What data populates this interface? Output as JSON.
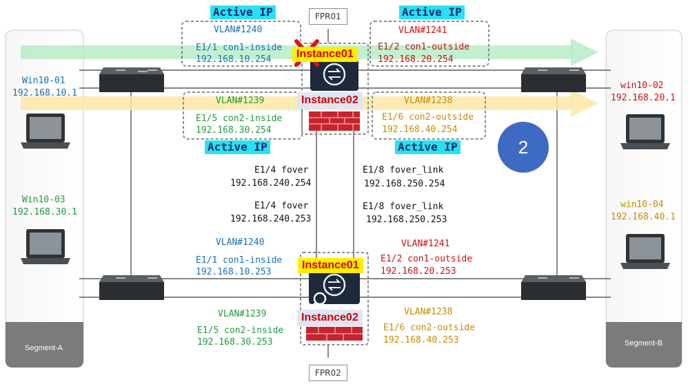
{
  "active_ip_label": "Active IP",
  "fpr01": "FPR01",
  "fpr02": "FPR02",
  "instance01": "Instance01",
  "instance02": "Instance02",
  "badge": "2",
  "colors": {
    "active_bg": "#27e1f3",
    "green_arrow": "#b6ecc8",
    "yellow_arrow": "#fde7a8",
    "badge": "#3e6bc2"
  },
  "segment_a": {
    "label": "Segment-A",
    "hosts": [
      {
        "name": "Win10-01",
        "ip": "192.168.10.1"
      },
      {
        "name": "Win10-03",
        "ip": "192.168.30.1"
      }
    ]
  },
  "segment_b": {
    "label": "Segment-B",
    "hosts": [
      {
        "name": "win10-02",
        "ip": "192.168.20.1"
      },
      {
        "name": "win10-04",
        "ip": "192.168.40.1"
      }
    ]
  },
  "fpr01_if": {
    "inside1": {
      "vlan": "VLAN#1240",
      "if": "E1/1 con1-inside",
      "ip": "192.168.10.254"
    },
    "outside1": {
      "vlan": "VLAN#1241",
      "if": "E1/2 con1-outside",
      "ip": "192.168.20.254"
    },
    "inside2": {
      "vlan": "VLAN#1239",
      "if": "E1/5 con2-inside",
      "ip": "192.168.30.254"
    },
    "outside2": {
      "vlan": "VLAN#1238",
      "if": "E1/6 con2-outside",
      "ip": "192.168.40.254"
    },
    "fover": {
      "if": "E1/4 fover",
      "ip": "192.168.240.254"
    },
    "fover_link": {
      "if": "E1/8 fover_link",
      "ip": "192.168.250.254"
    }
  },
  "fpr02_if": {
    "fover": {
      "if": "E1/4 fover",
      "ip": "192.168.240.253"
    },
    "fover_link": {
      "if": "E1/8 fover_link",
      "ip": "192.168.250.253"
    },
    "inside1": {
      "vlan": "VLAN#1240",
      "if": "E1/1 con1-inside",
      "ip": "192.168.10.253"
    },
    "outside1": {
      "vlan": "VLAN#1241",
      "if": "E1/2 con1-outside",
      "ip": "192.168.20.253"
    },
    "inside2": {
      "vlan": "VLAN#1239",
      "if": "E1/5 con2-inside",
      "ip": "192.168.30.253"
    },
    "outside2": {
      "vlan": "VLAN#1238",
      "if": "E1/6 con2-outside",
      "ip": "192.168.40.253"
    }
  }
}
